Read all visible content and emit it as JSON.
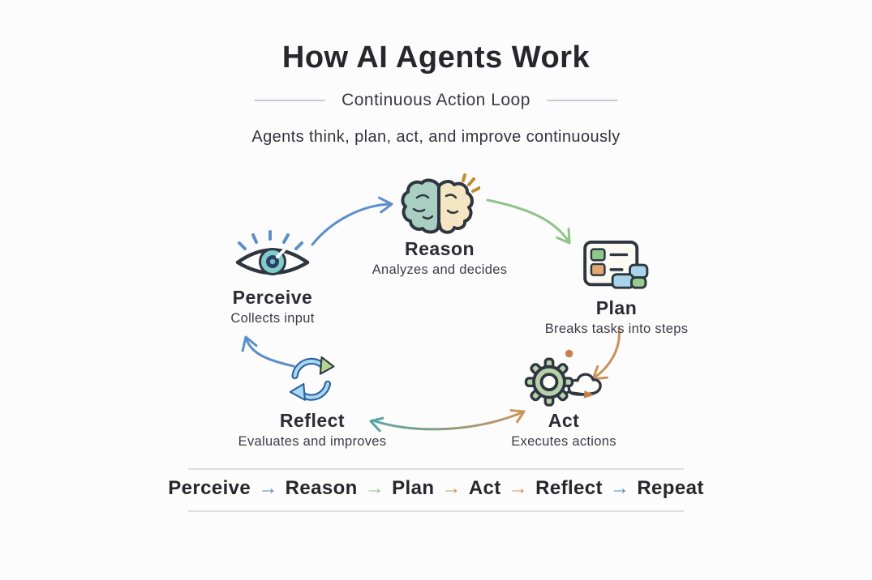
{
  "header": {
    "title": "How AI Agents Work",
    "subtitle": "Continuous Action Loop",
    "tagline": "Agents think, plan, act, and improve continuously"
  },
  "nodes": {
    "perceive": {
      "label": "Perceive",
      "description": "Collects input",
      "icon": "eye-icon"
    },
    "reason": {
      "label": "Reason",
      "description": "Analyzes and decides",
      "icon": "brain-icon"
    },
    "plan": {
      "label": "Plan",
      "description": "Breaks tasks into steps",
      "icon": "task-board-icon"
    },
    "act": {
      "label": "Act",
      "description": "Executes actions",
      "icon": "gear-cloud-icon"
    },
    "reflect": {
      "label": "Reflect",
      "description": "Evaluates and improves",
      "icon": "cycle-arrows-icon"
    }
  },
  "flow": {
    "sequence": [
      "Perceive",
      "Reason",
      "Plan",
      "Act",
      "Reflect"
    ],
    "arrows": [
      {
        "from": "Perceive",
        "to": "Reason",
        "color": "#5b8fc9"
      },
      {
        "from": "Reason",
        "to": "Plan",
        "color": "#8fc487"
      },
      {
        "from": "Plan",
        "to": "Act",
        "color": "#c9945c"
      },
      {
        "from": "Act",
        "to": "Reflect",
        "color": "#57a5a2"
      },
      {
        "from": "Reflect",
        "to": "Perceive",
        "color": "#5b8fc9"
      }
    ]
  },
  "legend": {
    "steps": [
      "Perceive",
      "Reason",
      "Plan",
      "Act",
      "Reflect",
      "Repeat"
    ],
    "arrow_glyph": "→",
    "arrow_colors": [
      "#4e86c6",
      "#8fc487",
      "#c9945c",
      "#c9945c",
      "#4e86c6"
    ]
  },
  "colors": {
    "background": "#fcfcfc",
    "ink": "#2b2b33",
    "blue": "#5b8fc9",
    "green": "#8fc487",
    "tan": "#c9945c",
    "teal": "#57a5a2",
    "brain_left": "#a9cfc3",
    "brain_right": "#f4e5c3",
    "iris": "#7fccca",
    "gear": "#b7d2ab"
  }
}
